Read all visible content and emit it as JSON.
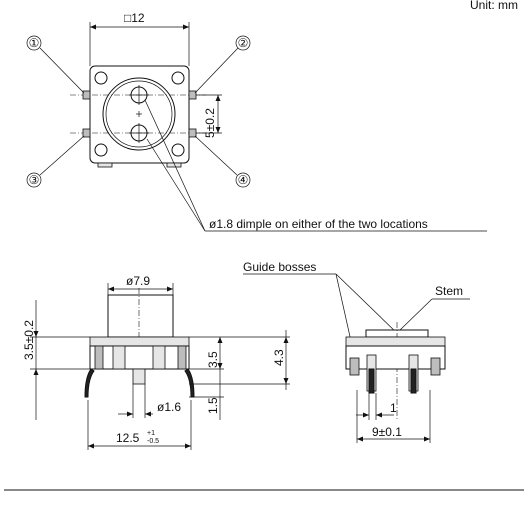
{
  "unit_label": "Unit: mm",
  "top_view": {
    "width_dim": "□12",
    "terminals": [
      "①",
      "②",
      "③",
      "④"
    ],
    "pitch_dim": "5±0.2",
    "dimple_note": "ø1.8 dimple on either of the two locations"
  },
  "side_view": {
    "stem_dia": "ø7.9",
    "height_total": "3.5±0.2",
    "body_height": "3.5",
    "overall_height": "4.3",
    "lead_length": "1.5",
    "pin_dia": "ø1.6",
    "width_main": "12.5",
    "width_tol_upper": "+1",
    "width_tol_lower": "-0.5"
  },
  "end_view": {
    "guide_bosses": "Guide bosses",
    "stem": "Stem",
    "pin_pitch": "1",
    "lead_span": "9±0.1"
  }
}
